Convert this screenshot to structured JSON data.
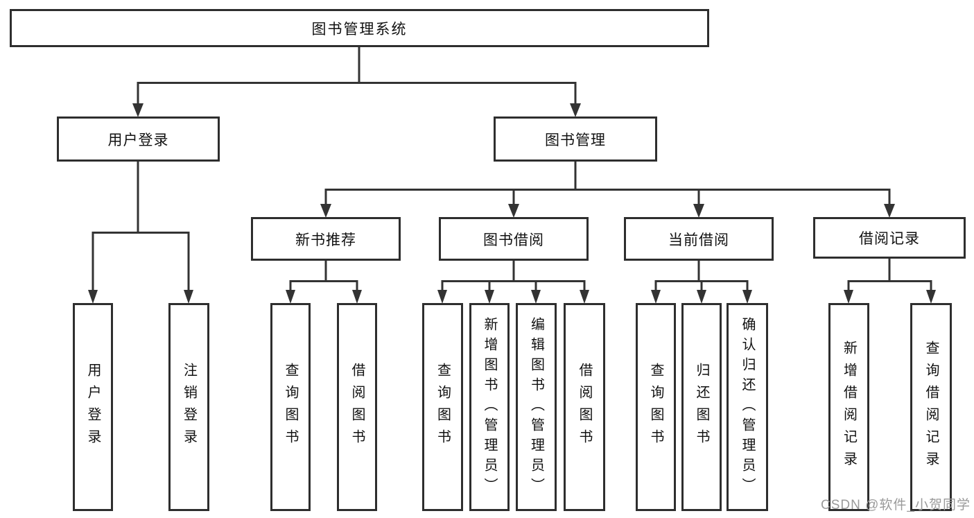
{
  "tree": {
    "root": "图书管理系统",
    "user_login": {
      "label": "用户登录",
      "children": [
        "用户登录",
        "注销登录"
      ]
    },
    "book_management": {
      "label": "图书管理",
      "groups": [
        {
          "label": "新书推荐",
          "children": [
            "查询图书",
            "借阅图书"
          ]
        },
        {
          "label": "图书借阅",
          "children": [
            "查询图书",
            "新增图书（管理员）",
            "编辑图书（管理员）",
            "借阅图书"
          ]
        },
        {
          "label": "当前借阅",
          "children": [
            "查询图书",
            "归还图书",
            "确认归还（管理员）"
          ]
        },
        {
          "label": "借阅记录",
          "children": [
            "新增借阅记录",
            "查询借阅记录"
          ]
        }
      ]
    }
  },
  "watermark": "CSDN @软件_小贺同学",
  "colors": {
    "line": "#333333",
    "border": "#2e2e2e",
    "text": "#111111",
    "watermark": "#9a9a9a",
    "background": "#ffffff"
  }
}
